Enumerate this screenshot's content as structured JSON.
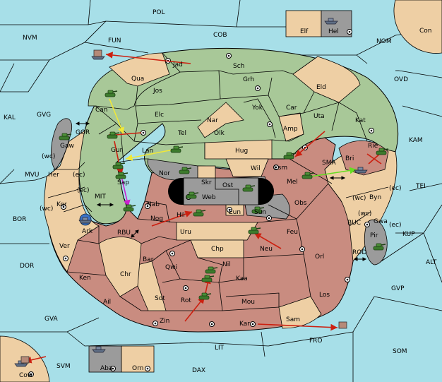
{
  "colors": {
    "sea": "#a7dfe8",
    "green": "#a8c898",
    "tan": "#eecfa4",
    "red": "#c98c80",
    "neutral": "#9b9b9b",
    "border": "#000000",
    "arrow_red": "#cc2010",
    "arrow_yellow": "#f0e838",
    "arrow_green": "#66dd22",
    "arrow_magenta": "#cc22cc"
  },
  "icons": {
    "army": "tank-icon",
    "fleet": "ship-icon",
    "supply_center": "supply-center-icon"
  },
  "seas": {
    "POL": "POL",
    "NVM": "NVM",
    "FUN": "FUN",
    "COB": "COB",
    "NOM": "NOM",
    "Con": "Con",
    "OVD": "OVD",
    "KAL": "KAL",
    "GVG": "GVG",
    "GOR": "GOR",
    "KAM": "KAM",
    "SMA": "SMA",
    "MVU": "MVU",
    "TEI": "TEI",
    "MIT": "MIT",
    "BOR": "BOR",
    "RBU": "RBU",
    "KUP": "KUP",
    "BUC": "BUC",
    "DOR": "DOR",
    "ROD": "ROD",
    "ALT": "ALT",
    "GVP": "GVP",
    "GVA": "GVA",
    "FRO": "FRO",
    "LIT": "LIT",
    "SOM": "SOM",
    "SVM": "SVM",
    "DAX": "DAX"
  },
  "territories": {
    "Jad": "Jad",
    "Sch": "Sch",
    "Qua": "Qua",
    "Jos": "Jos",
    "Grh": "Grh",
    "Eld": "Eld",
    "Can": "Can",
    "Elc": "Elc",
    "Car": "Car",
    "Yok": "Yok",
    "Uta": "Uta",
    "Kat": "Kat",
    "Nar": "Nar",
    "Tel": "Tel",
    "Olk": "Olk",
    "Amp": "Amp",
    "Gaw": "Gaw",
    "Gur": "Gur",
    "Lan": "Lan",
    "Hug": "Hug",
    "Rie": "Rie",
    "Bri": "Bri",
    "Esm": "Esm",
    "Wil": "Wil",
    "Nor": "Nor",
    "Sap": "Sap",
    "Her": "Her",
    "Skr": "Skr",
    "Ost": "Ost",
    "Mel": "Mel",
    "Web": "Web",
    "Byn": "Byn",
    "Kor": "Kor",
    "Nab": "Nab",
    "Obs": "Obs",
    "Eun": "Eun",
    "Sun": "Sun",
    "Gwa": "Gwa",
    "Ark": "Ark",
    "Nog": "Nog",
    "Hil": "Hil",
    "Uru": "Uru",
    "Feu": "Feu",
    "Pir": "Pir",
    "Ver": "Ver",
    "Chp": "Chp",
    "Neu": "Neu",
    "Bar": "Bar",
    "Orl": "Orl",
    "Qwi": "Qwi",
    "Nil": "Nil",
    "Ken": "Ken",
    "Chr": "Chr",
    "Kaa": "Kaa",
    "Los": "Los",
    "Ail": "Ail",
    "Sot": "Sot",
    "Rot": "Rot",
    "Mou": "Mou",
    "Zin": "Zin",
    "Kar": "Kar",
    "Sam": "Sam",
    "Elf": "Elf",
    "Hel": "Hel",
    "Aba": "Aba",
    "Orn": "Orn",
    "Cow": "Cow"
  },
  "coast_marks": {
    "wc": "(wc)",
    "ec": "(ec)"
  }
}
